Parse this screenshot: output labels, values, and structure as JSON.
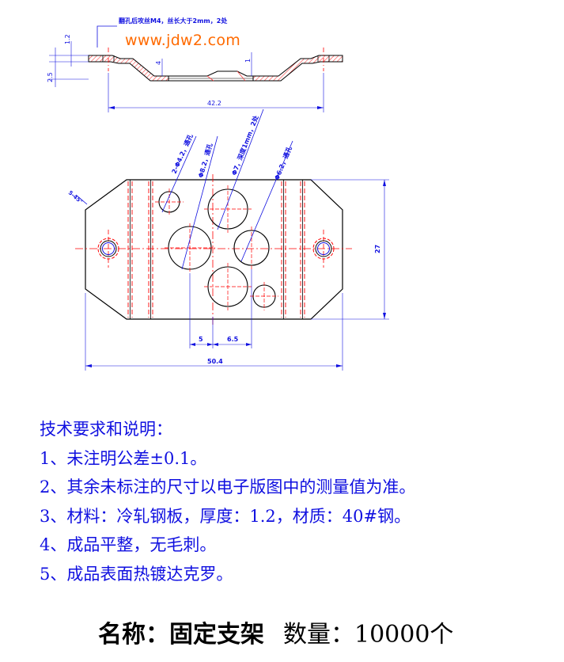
{
  "watermark": "www.jdw2.com",
  "side_view": {
    "note": "翻孔后攻丝M4，丝长大于2mm，2处",
    "dims": {
      "d1": "1.2",
      "d2": "2.5",
      "d3": "4",
      "d4": "1",
      "width": "42.2"
    }
  },
  "top_view": {
    "callouts": {
      "c1": "2-Φ4.2，通孔",
      "c2": "Φ8.2，通孔",
      "c3": "Φ7，深度1mm，2处",
      "c4": "Φ6.2，通孔"
    },
    "dims": {
      "chamfer": "5-45°",
      "height": "27",
      "d5": "5",
      "d65": "6.5",
      "width": "50.4"
    }
  },
  "notes": {
    "heading": "技术要求和说明：",
    "items": [
      "1、未注明公差±0.1。",
      "2、其余未标注的尺寸以电子版图中的测量值为准。",
      "3、材料：冷轧钢板，厚度：1.2，材质：40#钢。",
      "4、成品平整，无毛刺。",
      "5、成品表面热镀达克罗。"
    ]
  },
  "title": {
    "name_label": "名称：",
    "name_value": "固定支架",
    "qty_label": "数量：",
    "qty_value": "10000个"
  },
  "colors": {
    "outline": "#000000",
    "center": "#ff0000",
    "dim": "#1010e0",
    "hatch": "#ff5a5a",
    "watermark": "#ff6a00"
  }
}
